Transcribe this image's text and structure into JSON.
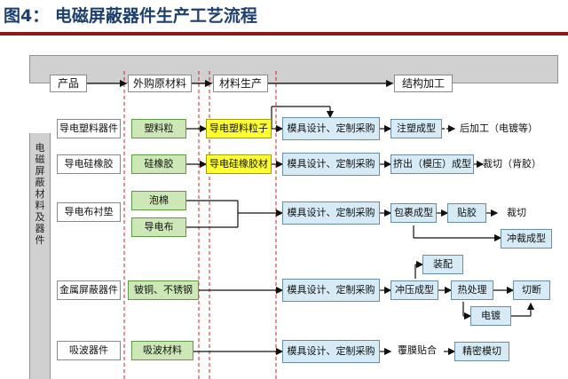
{
  "title": "图4： 电磁屏蔽器件生产工艺流程",
  "headers": {
    "product": "产品",
    "purchased": "外购原材料",
    "material_production": "材料生产",
    "structural_processing": "结构加工"
  },
  "side_label": "电磁屏蔽材料及器件",
  "rows": {
    "r1": {
      "product": "导电塑料器件",
      "material": "塑料粒",
      "produced": "导电塑料粒子",
      "step1": "模具设计、定制采购",
      "step2": "注塑成型",
      "step3": "后加工（电镀等）"
    },
    "r2": {
      "product": "导电硅橡胶",
      "material": "硅橡胶",
      "produced": "导电硅橡胶材",
      "step1": "模具设计、定制采购",
      "step2": "挤出（模压）成型",
      "step3": "裁切（背胶）"
    },
    "r3": {
      "product": "导电布衬垫",
      "material_a": "泡棉",
      "material_b": "导电布",
      "step1": "模具设计、定制采购",
      "step2": "包裹成型",
      "step3": "贴胶",
      "step4": "裁切",
      "step5": "冲裁成型"
    },
    "r4": {
      "product": "金属屏蔽器件",
      "material": "铍铜、不锈钢",
      "step1": "模具设计、定制采购",
      "step2": "冲压成型",
      "step3": "热处理",
      "step4": "切断",
      "step5": "装配",
      "step6": "电镀"
    },
    "r5": {
      "product": "吸波器件",
      "material": "吸波材料",
      "step1": "模具设计、定制采购",
      "step2": "覆膜贴合",
      "step3": "精密模切"
    }
  }
}
